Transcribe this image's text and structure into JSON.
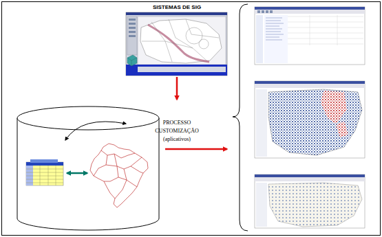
{
  "diagram": {
    "nodes": [
      {
        "text": [
          "SISTEMAS DE SIG"
        ]
      },
      {
        "text": [
          "PROCESSO CUSTOMIZAÇÃO (aplicativos)"
        ]
      }
    ],
    "edges": [
      {
        "from": 0,
        "to": 1,
        "arrow": "to"
      }
    ]
  }
}
